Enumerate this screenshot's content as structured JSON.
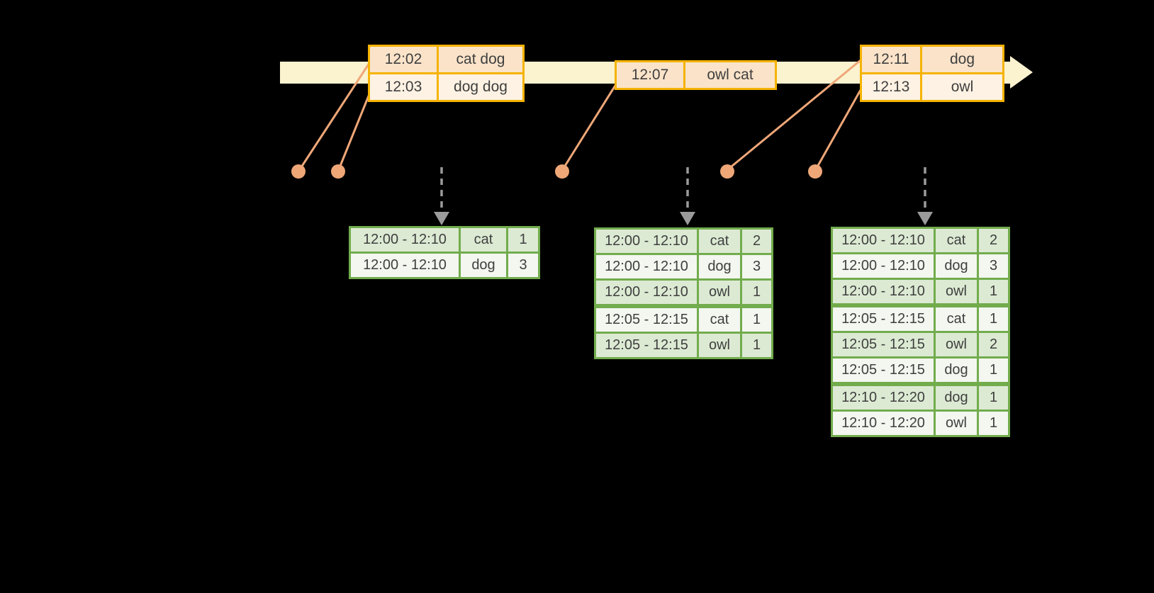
{
  "colors": {
    "background": "#000000",
    "timeline_band": "#fbf2cf",
    "event_table_border": "#f5b301",
    "event_row_dark": "#fae3c9",
    "event_row_light": "#fdf2e3",
    "connector_salmon": "#efa778",
    "result_table_border": "#72ac4d",
    "result_row_dark": "#dcead3",
    "result_row_light": "#f3f7f0",
    "trigger_arrow_gray": "#9b9b9b",
    "text": "#3f3f3f"
  },
  "icons": [
    "timeline-arrowhead-icon",
    "event-dot-icon",
    "trigger-down-arrow-icon"
  ],
  "event_tables": [
    {
      "rows": [
        {
          "time": "12:02",
          "words": "cat dog"
        },
        {
          "time": "12:03",
          "words": "dog dog"
        }
      ]
    },
    {
      "rows": [
        {
          "time": "12:07",
          "words": "owl cat"
        }
      ]
    },
    {
      "rows": [
        {
          "time": "12:11",
          "words": "dog"
        },
        {
          "time": "12:13",
          "words": "owl"
        }
      ]
    }
  ],
  "result_tables": [
    {
      "rows": [
        {
          "window": "12:00 - 12:10",
          "word": "cat",
          "count": "1"
        },
        {
          "window": "12:00 - 12:10",
          "word": "dog",
          "count": "3"
        }
      ]
    },
    {
      "rows": [
        {
          "window": "12:00 - 12:10",
          "word": "cat",
          "count": "2"
        },
        {
          "window": "12:00 - 12:10",
          "word": "dog",
          "count": "3"
        },
        {
          "window": "12:00 - 12:10",
          "word": "owl",
          "count": "1"
        },
        {
          "window": "12:05 - 12:15",
          "word": "cat",
          "count": "1"
        },
        {
          "window": "12:05 - 12:15",
          "word": "owl",
          "count": "1"
        }
      ]
    },
    {
      "rows": [
        {
          "window": "12:00 - 12:10",
          "word": "cat",
          "count": "2"
        },
        {
          "window": "12:00 - 12:10",
          "word": "dog",
          "count": "3"
        },
        {
          "window": "12:00 - 12:10",
          "word": "owl",
          "count": "1"
        },
        {
          "window": "12:05 - 12:15",
          "word": "cat",
          "count": "1"
        },
        {
          "window": "12:05 - 12:15",
          "word": "owl",
          "count": "2"
        },
        {
          "window": "12:05 - 12:15",
          "word": "dog",
          "count": "1"
        },
        {
          "window": "12:10 - 12:20",
          "word": "dog",
          "count": "1"
        },
        {
          "window": "12:10 - 12:20",
          "word": "owl",
          "count": "1"
        }
      ]
    }
  ]
}
